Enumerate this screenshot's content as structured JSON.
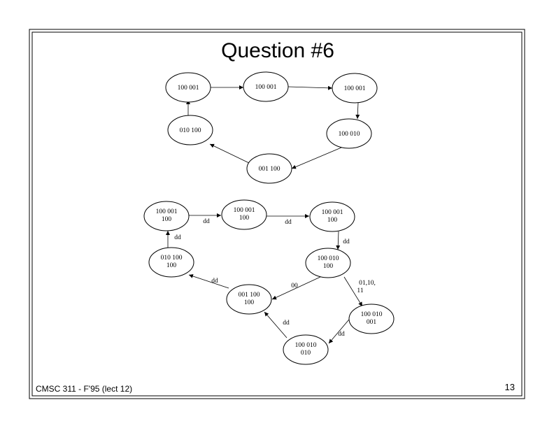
{
  "slide": {
    "title": "Question #6",
    "footer": "CMSC 311 - F'95 (lect 12)",
    "page_number": "13"
  },
  "diagram1": {
    "nodes": [
      {
        "id": "a1",
        "lines": [
          "100 001"
        ]
      },
      {
        "id": "a2",
        "lines": [
          "100 001"
        ]
      },
      {
        "id": "a3",
        "lines": [
          "100 001"
        ]
      },
      {
        "id": "a4",
        "lines": [
          "100 010"
        ]
      },
      {
        "id": "a5",
        "lines": [
          "001 100"
        ]
      },
      {
        "id": "a6",
        "lines": [
          "010 100"
        ]
      }
    ],
    "edges": [
      {
        "from": "a1",
        "to": "a2"
      },
      {
        "from": "a2",
        "to": "a3"
      },
      {
        "from": "a3",
        "to": "a4"
      },
      {
        "from": "a4",
        "to": "a5"
      },
      {
        "from": "a5",
        "to": "a6"
      },
      {
        "from": "a6",
        "to": "a1"
      }
    ]
  },
  "diagram2": {
    "nodes": [
      {
        "id": "b1",
        "lines": [
          "100 001",
          "100"
        ]
      },
      {
        "id": "b2",
        "lines": [
          "100 001",
          "100"
        ]
      },
      {
        "id": "b3",
        "lines": [
          "100 001",
          "100"
        ]
      },
      {
        "id": "b4",
        "lines": [
          "100 010",
          "100"
        ]
      },
      {
        "id": "b5",
        "lines": [
          "001 100",
          "100"
        ]
      },
      {
        "id": "b6",
        "lines": [
          "010 100",
          "100"
        ]
      },
      {
        "id": "b7",
        "lines": [
          "100 010",
          "001"
        ]
      },
      {
        "id": "b8",
        "lines": [
          "100 010",
          "010"
        ]
      }
    ],
    "edges": [
      {
        "from": "b1",
        "to": "b2",
        "label": [
          "dd"
        ]
      },
      {
        "from": "b2",
        "to": "b3",
        "label": [
          "dd"
        ]
      },
      {
        "from": "b3",
        "to": "b4",
        "label": [
          "dd"
        ]
      },
      {
        "from": "b4",
        "to": "b5",
        "label": [
          "00"
        ]
      },
      {
        "from": "b4",
        "to": "b7",
        "label": [
          "01,10,",
          "11"
        ]
      },
      {
        "from": "b7",
        "to": "b8",
        "label": [
          "dd"
        ]
      },
      {
        "from": "b8",
        "to": "b5",
        "label": [
          "dd"
        ]
      },
      {
        "from": "b5",
        "to": "b6",
        "label": [
          "dd"
        ]
      },
      {
        "from": "b6",
        "to": "b1",
        "label": [
          "dd"
        ]
      }
    ]
  }
}
